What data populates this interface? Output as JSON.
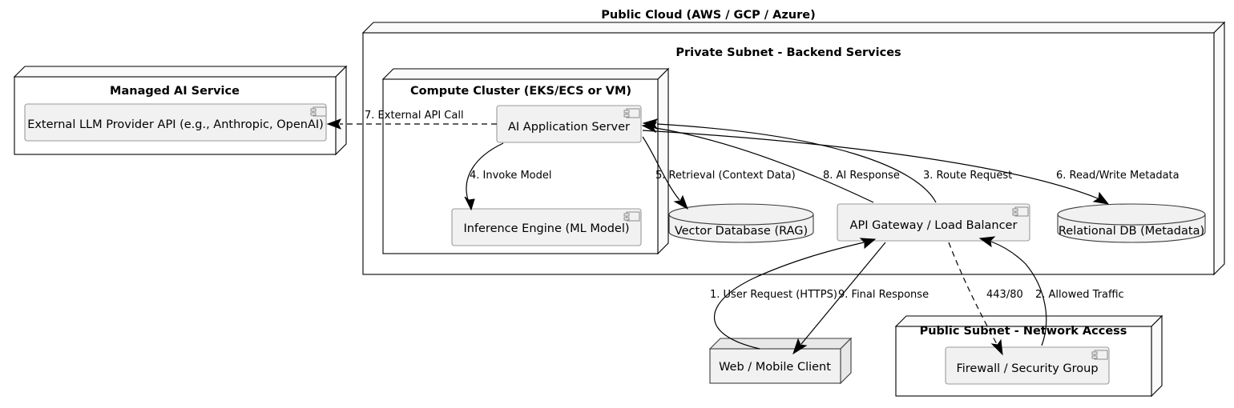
{
  "diagram": {
    "title": "Public Cloud (AWS / GCP / Azure)",
    "type": "uml-deployment-diagram"
  },
  "nodes": {
    "managed_ai_service": {
      "title": "Managed AI Service",
      "component": "External LLM Provider API (e.g., Anthropic, OpenAI)",
      "icon": "component-icon"
    },
    "private_subnet": {
      "title": "Private Subnet - Backend Services"
    },
    "compute_cluster": {
      "title": "Compute Cluster (EKS/ECS or VM)",
      "components": [
        {
          "label": "AI Application Server",
          "icon": "component-icon"
        },
        {
          "label": "Inference Engine (ML Model)",
          "icon": "component-icon"
        }
      ]
    },
    "vector_database": {
      "label": "Vector Database (RAG)",
      "shape": "cylinder"
    },
    "api_gateway": {
      "label": "API Gateway / Load Balancer",
      "icon": "component-icon"
    },
    "relational_db": {
      "label": "Relational DB (Metadata)",
      "shape": "cylinder"
    },
    "web_mobile_client": {
      "label": "Web / Mobile Client",
      "shape": "device-node"
    },
    "public_subnet": {
      "title": "Public Subnet - Network Access",
      "component": "Firewall / Security Group",
      "icon": "component-icon"
    }
  },
  "edges": [
    {
      "id": "e1",
      "label": "1. User Request (HTTPS)",
      "from": "web_mobile_client",
      "to": "api_gateway",
      "style": "solid"
    },
    {
      "id": "e2",
      "label": "2. Allowed Traffic",
      "from": "firewall",
      "to": "api_gateway",
      "style": "solid"
    },
    {
      "id": "e3",
      "label": "3. Route Request",
      "from": "api_gateway",
      "to": "ai_application_server",
      "style": "solid"
    },
    {
      "id": "e4",
      "label": "4. Invoke Model",
      "from": "ai_application_server",
      "to": "inference_engine",
      "style": "solid"
    },
    {
      "id": "e5",
      "label": "5. Retrieval (Context Data)",
      "from": "ai_application_server",
      "to": "vector_database",
      "style": "solid"
    },
    {
      "id": "e6",
      "label": "6. Read/Write Metadata",
      "from": "ai_application_server",
      "to": "relational_db",
      "style": "solid"
    },
    {
      "id": "e7",
      "label": "7. External API Call",
      "from": "ai_application_server",
      "to": "external_llm_provider_api",
      "style": "dashed"
    },
    {
      "id": "e8",
      "label": "8. AI Response",
      "from": "ai_application_server",
      "to": "api_gateway",
      "style": "solid"
    },
    {
      "id": "e9",
      "label": "9. Final Response",
      "from": "api_gateway",
      "to": "web_mobile_client",
      "style": "solid"
    },
    {
      "id": "e10",
      "label": "443/80",
      "from": "api_gateway",
      "to": "firewall",
      "style": "dashed"
    }
  ],
  "colors": {
    "background": "#ffffff",
    "stroke": "#000000",
    "component_fill": "#f1f1f1",
    "component_stroke": "#9a9a9a",
    "node_fill": "#ffffff",
    "node_top_fill": "#fafafa"
  }
}
